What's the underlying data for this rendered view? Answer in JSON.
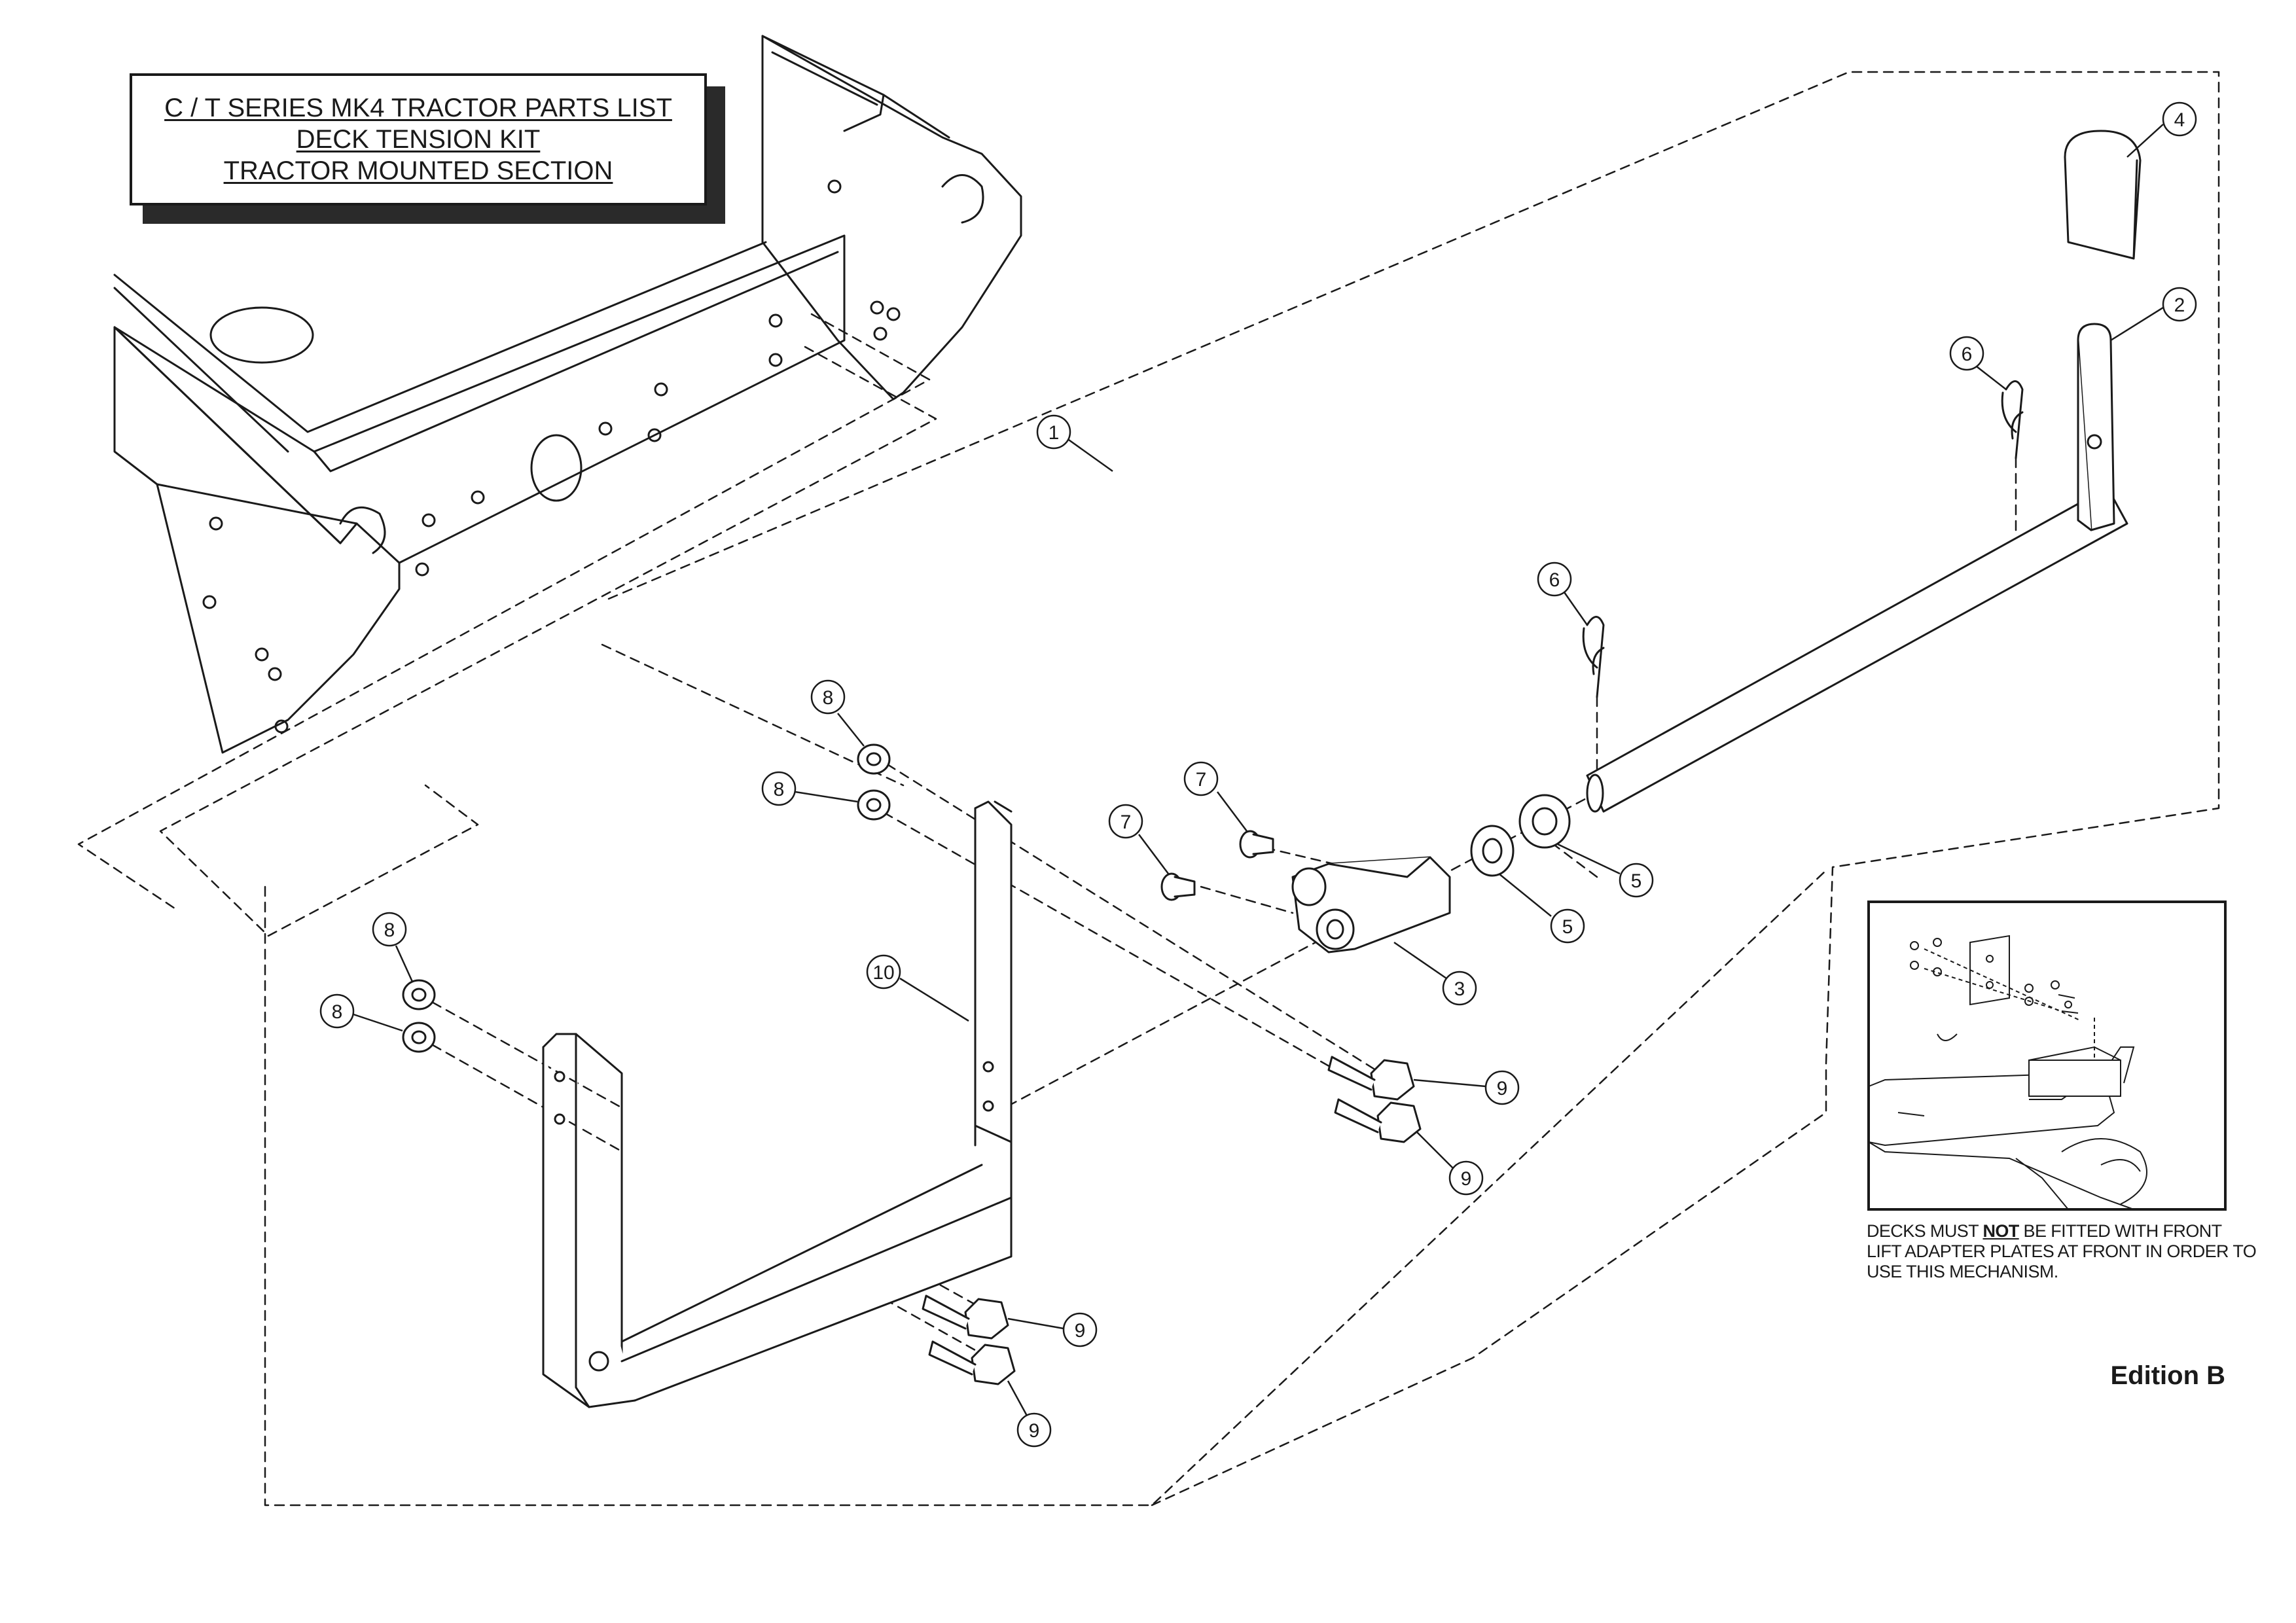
{
  "title": {
    "line1": "C / T SERIES MK4 TRACTOR PARTS LIST",
    "line2": "DECK TENSION KIT",
    "line3": "TRACTOR MOUNTED SECTION"
  },
  "note": {
    "pre": "DECKS MUST ",
    "emphasis": "NOT",
    "post": " BE FITTED WITH FRONT LIFT ADAPTER PLATES AT FRONT IN ORDER TO USE THIS MECHANISM."
  },
  "edition": "Edition B",
  "callouts": [
    "1",
    "2",
    "3",
    "4",
    "5",
    "5",
    "6",
    "6",
    "7",
    "7",
    "8",
    "8",
    "8",
    "8",
    "9",
    "9",
    "9",
    "9",
    "10"
  ]
}
